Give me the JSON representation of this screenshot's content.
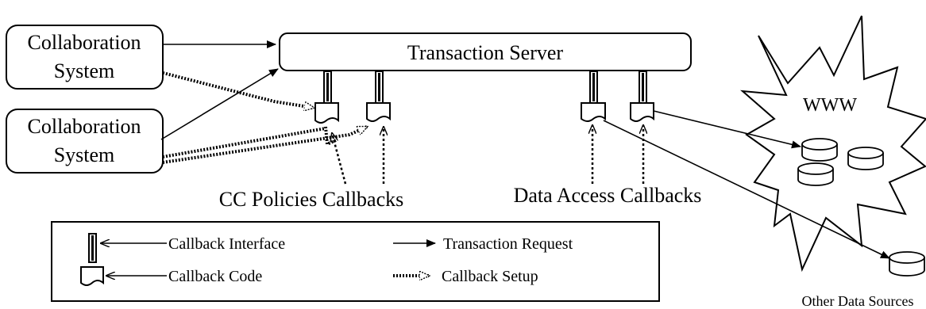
{
  "boxes": {
    "collab_top": "Collaboration System",
    "collab_top_line1": "Collaboration",
    "collab_top_line2": "System",
    "collab_bottom_line1": "Collaboration",
    "collab_bottom_line2": "System",
    "server": "Transaction Server"
  },
  "cloud": {
    "label": "WWW"
  },
  "labels": {
    "cc_policies": "CC Policies Callbacks",
    "data_access": "Data Access Callbacks",
    "other_sources": "Other Data Sources"
  },
  "legend": {
    "callback_interface": "Callback Interface",
    "callback_code": "Callback Code",
    "transaction_request": "Transaction Request",
    "callback_setup": "Callback Setup"
  }
}
